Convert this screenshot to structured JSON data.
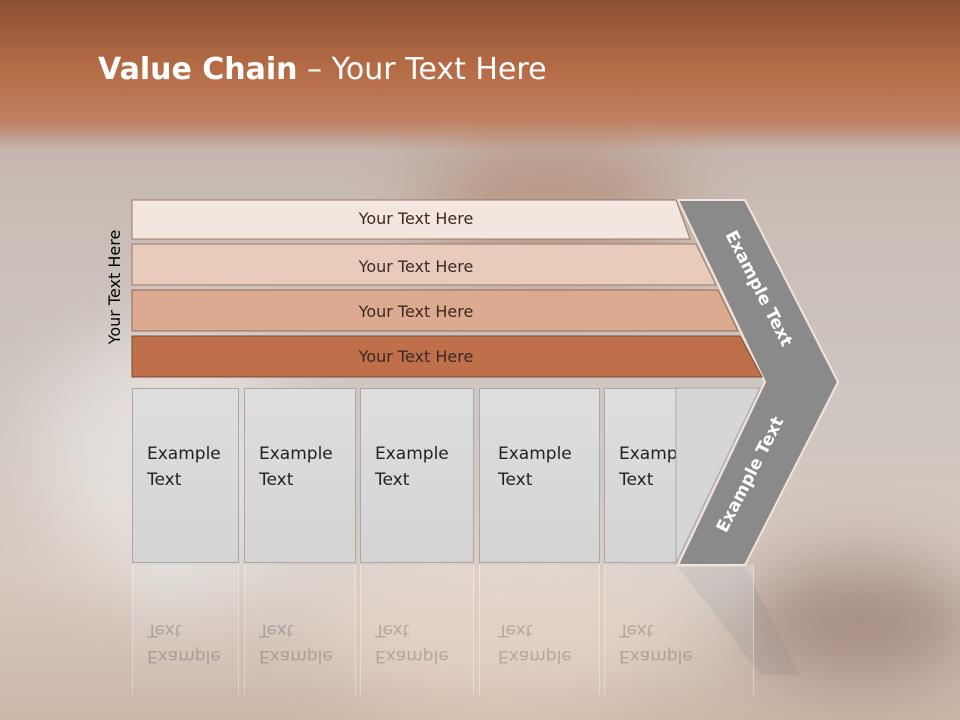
{
  "title": {
    "bold": "Value Chain",
    "rest": " – Your Text Here"
  },
  "side_label": "Your Text Here",
  "bars": [
    {
      "label": "Your Text Here",
      "color": "#f3e6de"
    },
    {
      "label": "Your Text Here",
      "color": "#e8cbbb"
    },
    {
      "label": "Your Text Here",
      "color": "#dcaa90"
    },
    {
      "label": "Your Text Here",
      "color": "#bf6f49"
    }
  ],
  "chevron": {
    "upper": "Example Text",
    "lower": "Example Text",
    "color": "#8a8a8a"
  },
  "columns": [
    {
      "line1": "Example",
      "line2": "Text"
    },
    {
      "line1": "Example",
      "line2": "Text"
    },
    {
      "line1": "Example",
      "line2": "Text"
    },
    {
      "line1": "Example",
      "line2": "Text"
    },
    {
      "line1": "Example",
      "line2": "Text"
    }
  ]
}
